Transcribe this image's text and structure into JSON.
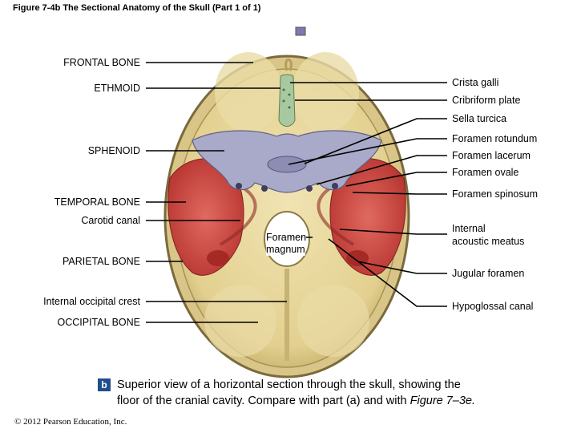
{
  "figure_title": "Figure 7-4b  The Sectional Anatomy of the Skull (Part 1 of 1)",
  "left_labels": {
    "frontal_bone": "FRONTAL BONE",
    "ethmoid": "ETHMOID",
    "sphenoid": "SPHENOID",
    "temporal_bone": "TEMPORAL BONE",
    "carotid_canal": "Carotid canal",
    "parietal_bone": "PARIETAL BONE",
    "internal_occipital_crest": "Internal occipital crest",
    "occipital_bone": "OCCIPITAL BONE"
  },
  "right_labels": {
    "crista_galli": "Crista galli",
    "cribriform_plate": "Cribriform plate",
    "sella_turcica": "Sella turcica",
    "foramen_rotundum": "Foramen rotundum",
    "foramen_lacerum": "Foramen lacerum",
    "foramen_ovale": "Foramen ovale",
    "foramen_spinosum": "Foramen spinosum",
    "internal_acoustic_meatus_1": "Internal",
    "internal_acoustic_meatus_2": "acoustic meatus",
    "jugular_foramen": "Jugular foramen",
    "hypoglossal_canal": "Hypoglossal canal"
  },
  "center_labels": {
    "foramen_magnum_1": "Foramen",
    "foramen_magnum_2": "magnum"
  },
  "caption": {
    "badge": "b",
    "text_1": "Superior view of a horizontal section through the skull, showing the",
    "text_2a": "floor of the cranial cavity. Compare with part (a) and with ",
    "text_2b": "Figure 7–3e."
  },
  "copyright": "© 2012 Pearson Education, Inc.",
  "colors": {
    "bone": "#e8d79e",
    "bone_dark": "#c9b574",
    "skull_rim": "#7a6a3c",
    "sphenoid": "#a9a9c9",
    "ethmoid": "#a8c8a0",
    "temporal": "#cf4a44",
    "caption_badge": "#1f4e8c"
  }
}
